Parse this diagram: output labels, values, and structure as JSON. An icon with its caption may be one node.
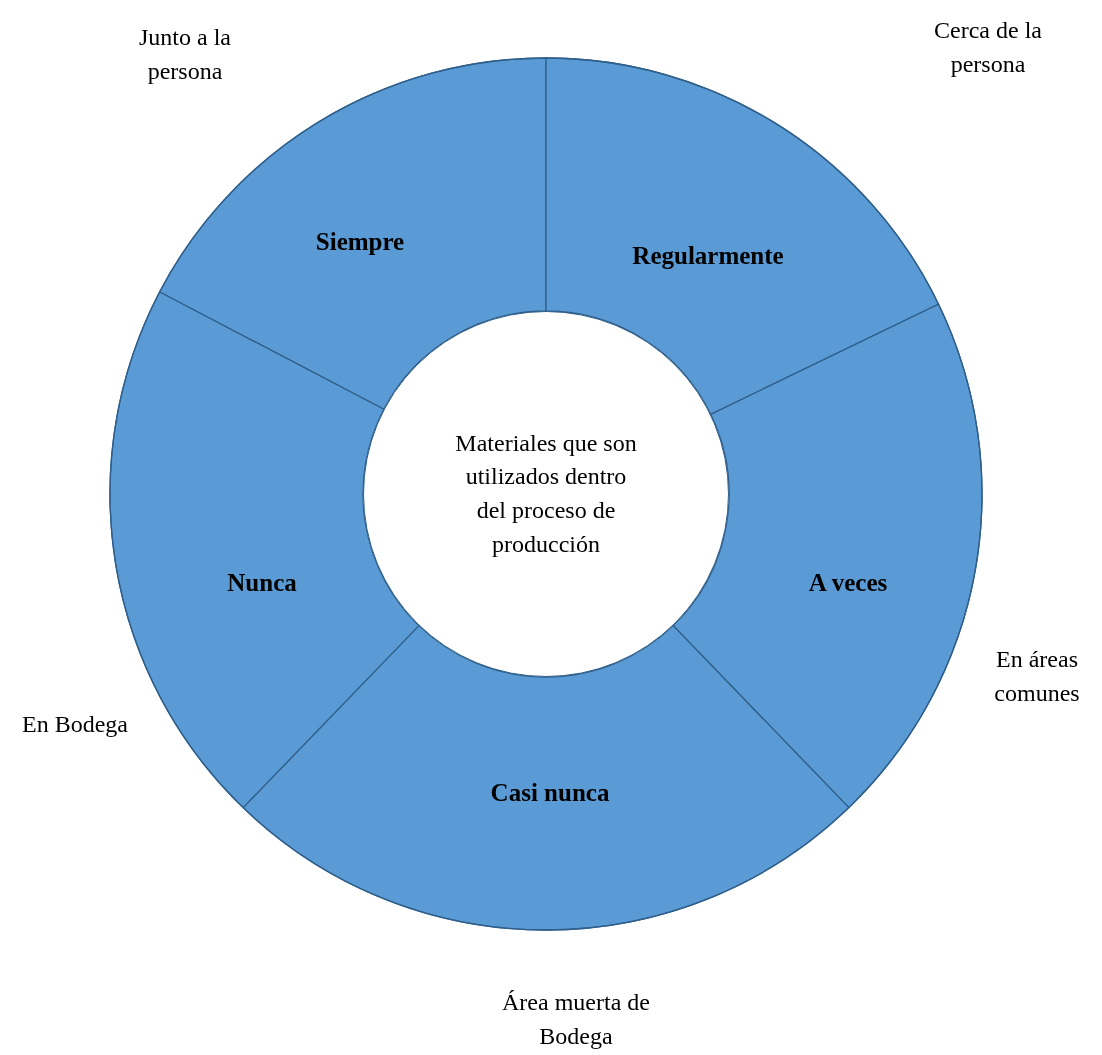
{
  "diagram": {
    "nodes": [
      {
        "text": [
          "Materiales que son utilizados dentro del proceso de producción"
        ]
      },
      {
        "text": [
          "Siempre"
        ],
        "beside": [
          "Junto a la persona"
        ]
      },
      {
        "text": [
          "Regularmente"
        ],
        "beside": [
          "Cerca de la persona"
        ]
      },
      {
        "text": [
          "A veces"
        ],
        "beside": [
          "En áreas comunes"
        ]
      },
      {
        "text": [
          "Casi nunca"
        ],
        "beside": [
          "Área muerta de Bodega"
        ]
      },
      {
        "text": [
          "Nunca"
        ],
        "beside": [
          "En Bodega"
        ]
      }
    ]
  }
}
